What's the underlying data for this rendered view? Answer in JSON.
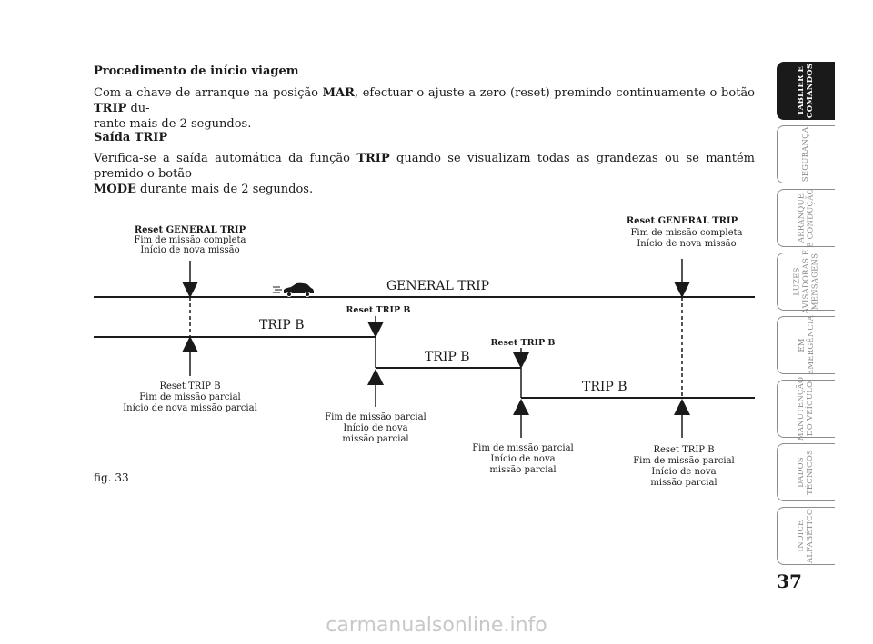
{
  "section": {
    "procedure_title": "Procedimento de início viagem",
    "procedure_text_parts": [
      "Com a chave de arranque na posição ",
      "MAR",
      ", efectuar o ajuste a zero (reset) premindo continuamente o botão ",
      "TRIP",
      " du-\nrante mais de 2 segundos."
    ],
    "exit_title": "Saída TRIP",
    "exit_text_parts": [
      "Verifica-se a saída automática da função ",
      "TRIP",
      "  quando se visualizam todas as grandezas ou se mantém premido o botão\n",
      "MODE",
      " durante mais de 2 segundos."
    ]
  },
  "diagram": {
    "general_trip_label": "GENERAL TRIP",
    "car_icon": "car-icon",
    "trip_b_labels": [
      "TRIP B",
      "TRIP B",
      "TRIP B"
    ],
    "top_left_labels": [
      "Reset GENERAL TRIP",
      "Fim de missão completa",
      "Início de nova missão"
    ],
    "top_right_labels": [
      "Reset GENERAL TRIP",
      "Fim de missão completa",
      "Início de nova missão"
    ],
    "reset_trip_b_1": "Reset TRIP B",
    "reset_trip_b_2": "Reset TRIP B",
    "bottom_1": [
      "Reset TRIP B",
      "Fim de missão parcial",
      "Início de nova missão parcial"
    ],
    "bottom_2": [
      "Fim de missão parcial",
      "Início de nova",
      "missão parcial"
    ],
    "bottom_3": [
      "Fim de missão parcial",
      "Início de nova",
      "missão parcial"
    ],
    "bottom_4": [
      "Reset TRIP B",
      "Fim de missão parcial",
      "Início de nova",
      "missão parcial"
    ]
  },
  "figure_label": "fig. 33",
  "page_number": "37",
  "side_tabs": [
    {
      "label": "TABLIER E\nCOMANDOS",
      "active": true
    },
    {
      "label": "SEGURANÇA",
      "active": false
    },
    {
      "label": "ARRANQUE\nE CONDUÇÃO",
      "active": false
    },
    {
      "label": "LUZES\nAVISADORAS E\nMENSAGENS",
      "active": false
    },
    {
      "label": "EM\nEMERGÊNCIA",
      "active": false
    },
    {
      "label": "MANUTENÇÃO\nDO VEÍCULO",
      "active": false
    },
    {
      "label": "DADOS\nTÉCNICOS",
      "active": false
    },
    {
      "label": "ÍNDICE\nALFABÉTICO",
      "active": false
    }
  ],
  "watermark": "carmanualsonline.info"
}
